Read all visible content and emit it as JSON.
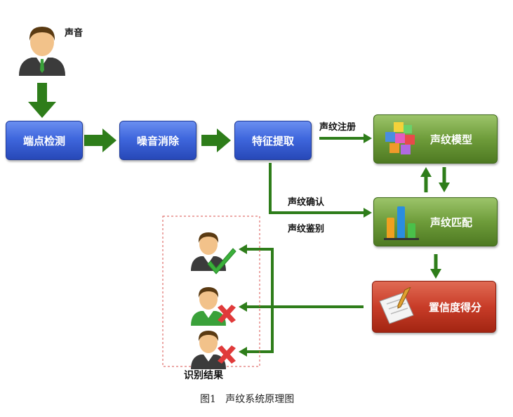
{
  "speaker_label": "声音",
  "process": {
    "endpoint_detection": "端点检测",
    "noise_removal": "噪音消除",
    "feature_extraction": "特征提取"
  },
  "right": {
    "voiceprint_model": "声纹模型",
    "voiceprint_matching": "声纹匹配",
    "confidence_score": "置信度得分"
  },
  "edges": {
    "registration": "声纹注册",
    "confirmation": "声纹确认",
    "identification": "声纹鉴别"
  },
  "result_label": "识别结果",
  "caption": "图1   声纹系统原理图",
  "colors": {
    "arrow": "#2e7d1a",
    "blue": "#3f67dd",
    "green": "#6e9c3a",
    "red": "#c83c28",
    "dashed": "#d9534f"
  }
}
